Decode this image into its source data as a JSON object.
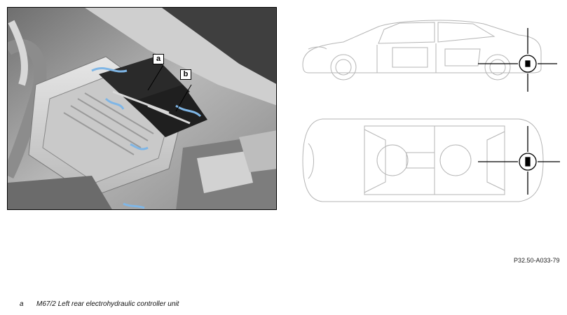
{
  "figure": {
    "callouts": [
      {
        "id": "a",
        "label": "a"
      },
      {
        "id": "b",
        "label": "b"
      }
    ],
    "reference_code": "P32.50-A033-79"
  },
  "legend": {
    "items": [
      {
        "key": "a",
        "text": "M67/2 Left rear electrohydraulic controller unit"
      }
    ]
  }
}
